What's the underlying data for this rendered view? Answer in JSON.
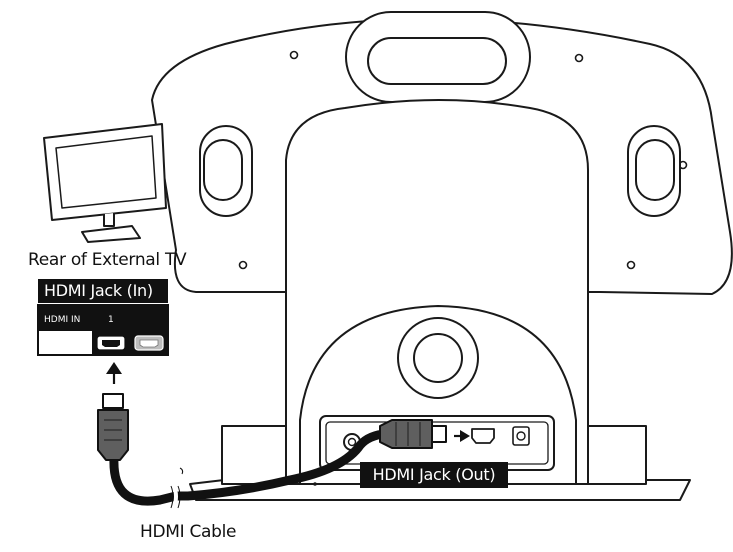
{
  "labels": {
    "tv_caption": "Rear of External TV",
    "hdmi_in": "HDMI Jack (In)",
    "hdmi_out": "HDMI Jack (Out)",
    "cable": "HDMI Cable"
  },
  "tv_panel": {
    "title": "HDMI IN",
    "port_number": "1"
  },
  "icons": {
    "tv": "tv-icon",
    "hdmi_port": "hdmi-port-icon",
    "hdmi_plug": "hdmi-plug-icon",
    "arrow": "arrow-icon",
    "power_jack": "power-jack-icon"
  },
  "colors": {
    "line": "#1a1a1a",
    "plug_fill": "#5f5f5f",
    "label_bg": "#111111",
    "label_text": "#ffffff"
  }
}
